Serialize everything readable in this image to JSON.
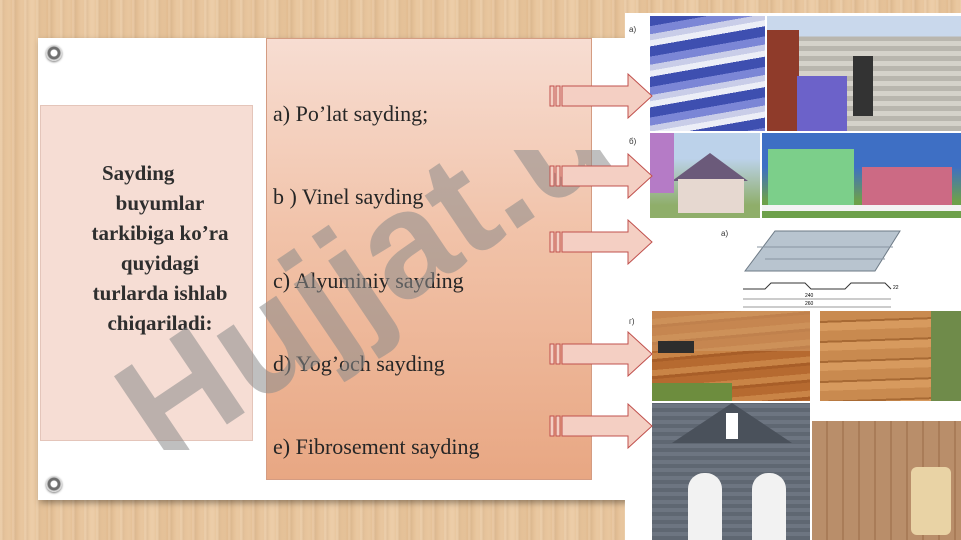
{
  "left_box": {
    "lines": [
      "Sayding",
      "buyumlar",
      "tarkibiga ko’ra",
      "quyidagi",
      "turlarda ishlab",
      "chiqariladi:"
    ]
  },
  "items": [
    "a) Po’lat sayding;",
    "b ) Vinel sayding",
    "c) Alyuminiy sayding",
    "d) Yog’och sayding",
    "e) Fibrosement sayding"
  ],
  "photo_labels": {
    "a_top": "а)",
    "b": "б)",
    "a_profile": "а)",
    "g": "г)"
  },
  "profile_dims": {
    "d1": "240",
    "d2": "260",
    "d3": "22"
  },
  "watermark": "Hujjat.uz",
  "colors": {
    "panel_left": "#f6ddd4",
    "panel_mid_top": "#f7ddd2",
    "panel_mid_bottom": "#e8a783",
    "arrow_fill": "#f4cfc3",
    "arrow_stroke": "#c0504d",
    "watermark_red": "#d9202a",
    "watermark_gray": "#8a8a8a"
  }
}
